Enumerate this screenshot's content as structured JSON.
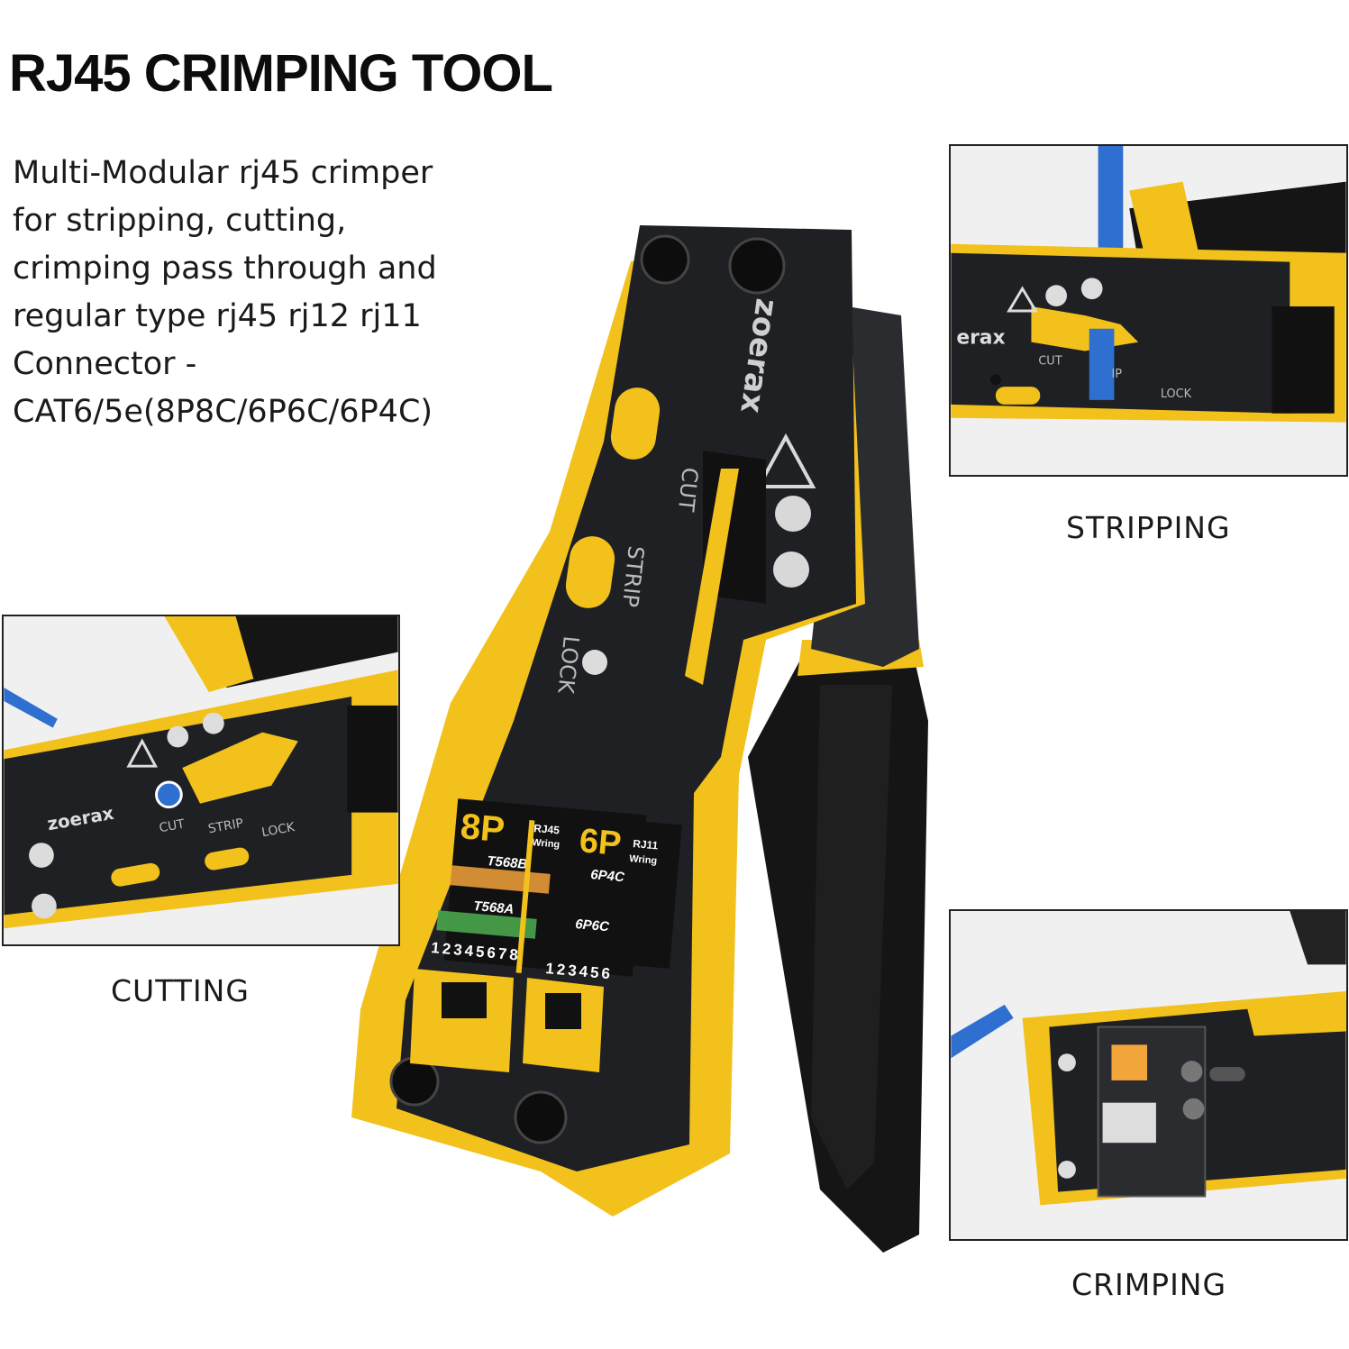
{
  "title": "RJ45 CRIMPING TOOL",
  "description": {
    "lines": [
      "Multi-Modular rj45 crimper",
      "for stripping, cutting,",
      "crimping pass through and",
      "regular type rj45 rj12 rj11",
      "Connector -",
      "CAT6/5e(8P8C/6P6C/6P4C)"
    ]
  },
  "tool": {
    "brand": "zoerax",
    "labels": {
      "cut": "CUT",
      "strip": "STRIP",
      "lock": "LOCK"
    },
    "wiring_8p": {
      "size": "8P",
      "type": "RJ45",
      "sub": "Wring",
      "standard_b": "T568B",
      "standard_a": "T568A",
      "pins": "12345678"
    },
    "wiring_6p": {
      "size": "6P",
      "type": "RJ11",
      "sub": "Wring",
      "variant_4c": "6P4C",
      "variant_6c": "6P6C",
      "pins": "123456"
    }
  },
  "panels": {
    "stripping": {
      "caption": "STRIPPING",
      "brand_fragment": "erax",
      "labels": [
        "CUT",
        "IP",
        "LOCK"
      ]
    },
    "cutting": {
      "caption": "CUTTING",
      "brand": "zoerax",
      "labels": [
        "CUT",
        "STRIP",
        "LOCK"
      ]
    },
    "crimping": {
      "caption": "CRIMPING"
    }
  },
  "colors": {
    "yellow": "#f2c11c",
    "black": "#151515",
    "steel": "#3a3d42",
    "cable_blue": "#2f6fd0"
  }
}
